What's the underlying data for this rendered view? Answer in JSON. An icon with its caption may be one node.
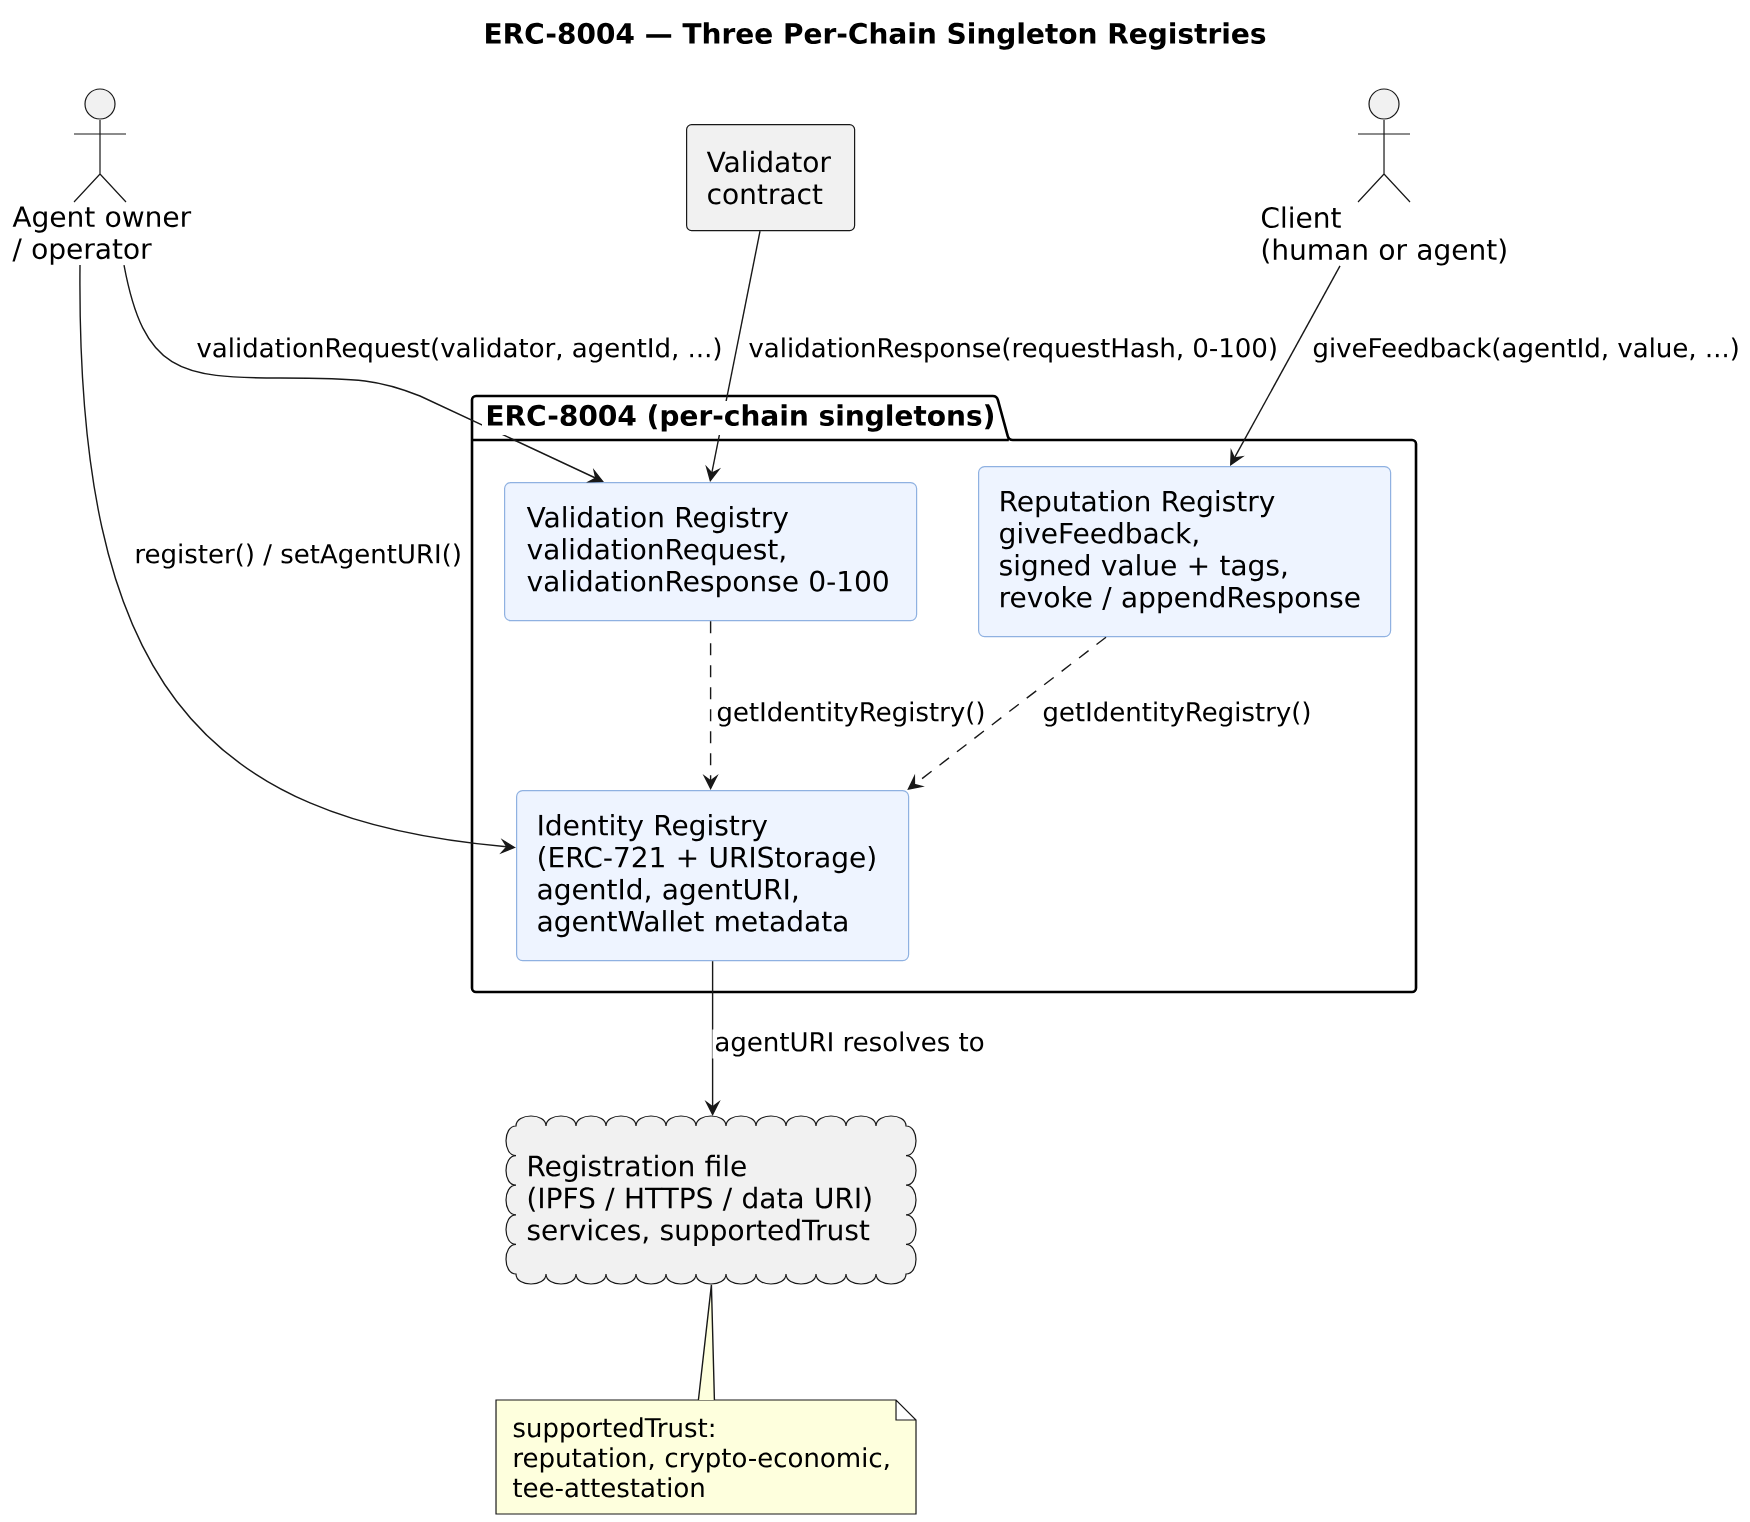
{
  "diagram": {
    "title": "ERC-8004 — Three Per-Chain Singleton Registries",
    "nodes": [
      {
        "text": [
          "Agent owner / operator"
        ]
      },
      {
        "text": [
          "Validator contract"
        ]
      },
      {
        "text": [
          "Client",
          "(human or agent)"
        ]
      },
      {
        "text": [
          "ERC-8004 (per-chain singletons)"
        ]
      },
      {
        "text": [
          "Validation Registry",
          "validationRequest,",
          "validationResponse 0-100"
        ],
        "in": 3
      },
      {
        "text": [
          "Reputation Registry",
          "giveFeedback,",
          "signed value + tags,",
          "revoke / appendResponse"
        ],
        "in": 3
      },
      {
        "text": [
          "Identity Registry",
          "(ERC-721 + URIStorage)",
          "agentId, agentURI,",
          "agentWallet metadata"
        ],
        "in": 3
      },
      {
        "text": [
          "Registration file",
          "(IPFS / HTTPS / data URI)",
          "services, supportedTrust"
        ]
      },
      {
        "text": [
          "supportedTrust:",
          "reputation, crypto-economic,",
          "tee-attestation"
        ]
      }
    ],
    "edges": [
      {
        "from": 0,
        "to": 4,
        "arrow": "to",
        "label": "validationRequest(validator, agentId, ...)"
      },
      {
        "from": 1,
        "to": 4,
        "arrow": "to",
        "label": "validationResponse(requestHash, 0-100)"
      },
      {
        "from": 2,
        "to": 5,
        "arrow": "to",
        "label": "giveFeedback(agentId, value, ...)"
      },
      {
        "from": 0,
        "to": 6,
        "arrow": "to",
        "label": "register() / setAgentURI()"
      },
      {
        "from": 4,
        "to": 6,
        "arrow": "to",
        "label": "getIdentityRegistry()",
        "style": "dashed"
      },
      {
        "from": 5,
        "to": 6,
        "arrow": "to",
        "label": "getIdentityRegistry()",
        "style": "dashed"
      },
      {
        "from": 6,
        "to": 7,
        "arrow": "to",
        "label": "agentURI resolves to"
      },
      {
        "from": 8,
        "to": 7,
        "arrow": "none"
      }
    ]
  }
}
